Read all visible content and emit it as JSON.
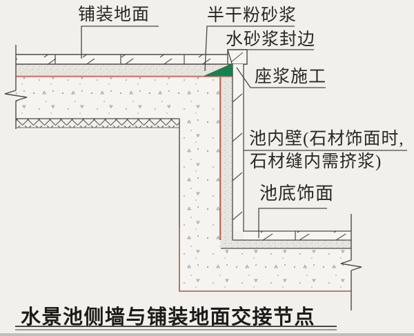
{
  "diagram": {
    "title": "水景池侧墙与铺装地面交接节点",
    "labels": {
      "paving_ground": "铺装地面",
      "semi_dry_mortar": "半干粉砂浆",
      "water_mortar_edge_seal": "水砂浆封边",
      "bedding_mortar_construction": "座浆施工",
      "pool_inner_wall_line1": "池内壁(石材饰面时,",
      "pool_inner_wall_line2": "石材缝内需挤浆)",
      "pool_bottom_finish": "池底饰面"
    },
    "legend": {
      "drawing_type": "construction-detail-section",
      "colors": {
        "background": "#f2f0ec",
        "line": "#4d4a46",
        "waterproof_red_top": "#d0817a",
        "waterproof_red_wall": "#c56b5f",
        "slab_outline_red": "#a5544a",
        "mortar_seal_green": "#12854f",
        "text": "#2a2724"
      }
    }
  }
}
